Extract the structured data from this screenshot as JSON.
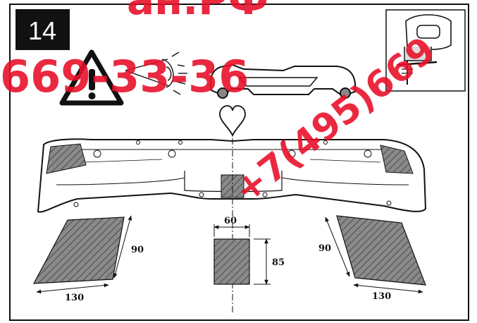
{
  "step": {
    "number": "14"
  },
  "dimensions": {
    "left_height": "90",
    "left_width": "130",
    "center_width": "60",
    "center_height": "85",
    "right_height": "90",
    "right_width": "130"
  },
  "watermark": {
    "line1": "ан.РФ",
    "line2": "669-33-36",
    "line3": "+7(495)669"
  },
  "colors": {
    "frame": "#111111",
    "hatch": "#555555",
    "watermark": "#e8102a"
  }
}
